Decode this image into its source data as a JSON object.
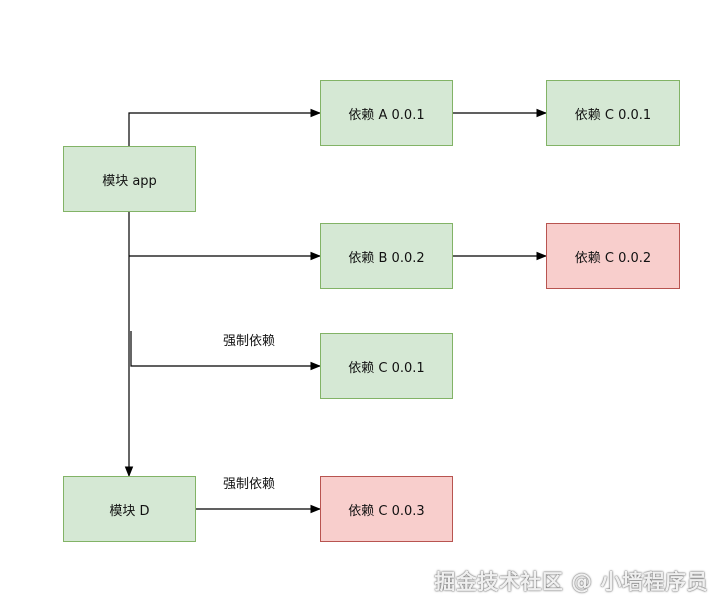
{
  "nodes": {
    "module_app": "模块 app",
    "dep_a_001": "依赖 A 0.0.1",
    "dep_c_001_via_a": "依赖 C 0.0.1",
    "dep_b_002": "依赖 B 0.0.2",
    "dep_c_002_via_b": "依赖 C 0.0.2",
    "dep_c_001_forced": "依赖 C 0.0.1",
    "module_d": "模块 D",
    "dep_c_003_forced": "依赖 C 0.0.3"
  },
  "edge_labels": {
    "forced_1": "强制依赖",
    "forced_2": "强制依赖"
  },
  "colors": {
    "normal_fill": "#d5e8d4",
    "normal_border": "#82b366",
    "conflict_fill": "#f8cecc",
    "conflict_border": "#b85450"
  },
  "watermark": "掘金技术社区 @ 小墙程序员"
}
